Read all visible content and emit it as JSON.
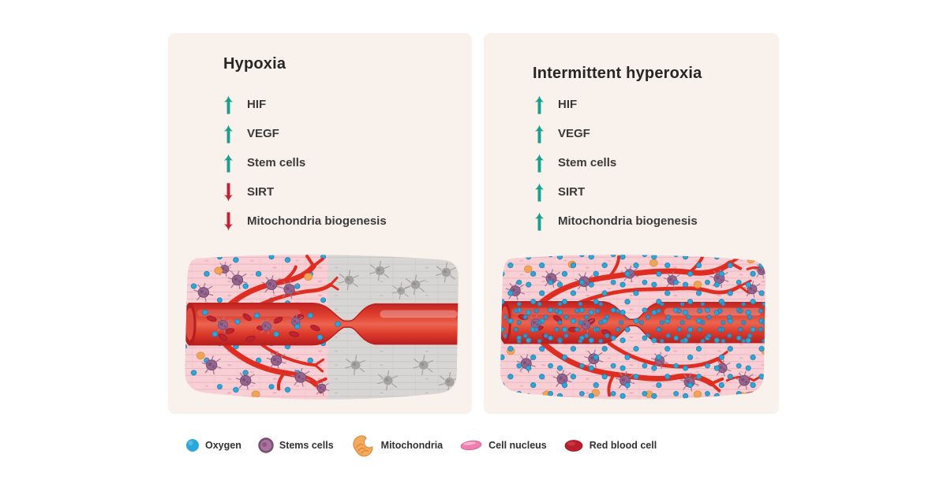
{
  "panels": [
    {
      "title": "Hypoxia",
      "items": [
        {
          "label": "HIF",
          "direction": "up"
        },
        {
          "label": "VEGF",
          "direction": "up"
        },
        {
          "label": "Stem cells",
          "direction": "up"
        },
        {
          "label": "SIRT",
          "direction": "down"
        },
        {
          "label": "Mitochondria biogenesis",
          "direction": "down"
        }
      ]
    },
    {
      "title": "Intermittent hyperoxia",
      "items": [
        {
          "label": "HIF",
          "direction": "up"
        },
        {
          "label": "VEGF",
          "direction": "up"
        },
        {
          "label": "Stem cells",
          "direction": "up"
        },
        {
          "label": "SIRT",
          "direction": "up"
        },
        {
          "label": "Mitochondria biogenesis",
          "direction": "up"
        }
      ]
    }
  ],
  "legend": {
    "items": [
      {
        "label": "Oxygen",
        "icon": "oxygen-icon",
        "color": "#2ba7da"
      },
      {
        "label": "Stems cells",
        "icon": "stem-cells-icon",
        "color": "#96648f"
      },
      {
        "label": "Mitochondria",
        "icon": "mitochondria-icon",
        "color": "#f0a458"
      },
      {
        "label": "Cell nucleus",
        "icon": "cell-nucleus-icon",
        "color": "#ee7fae"
      },
      {
        "label": "Red blood cell",
        "icon": "red-blood-cell-icon",
        "color": "#b91e2c"
      }
    ]
  },
  "colors": {
    "panel_background": "#f8f1ec",
    "page_background": "#ffffff",
    "up_arrow": "#18a191",
    "down_arrow": "#c32031",
    "tissue_pink": "#f7cfd4",
    "tissue_hypoxic_gray": "#d8d6d5",
    "vessel_red": "#e0392b",
    "text": "#3a3a3a"
  }
}
